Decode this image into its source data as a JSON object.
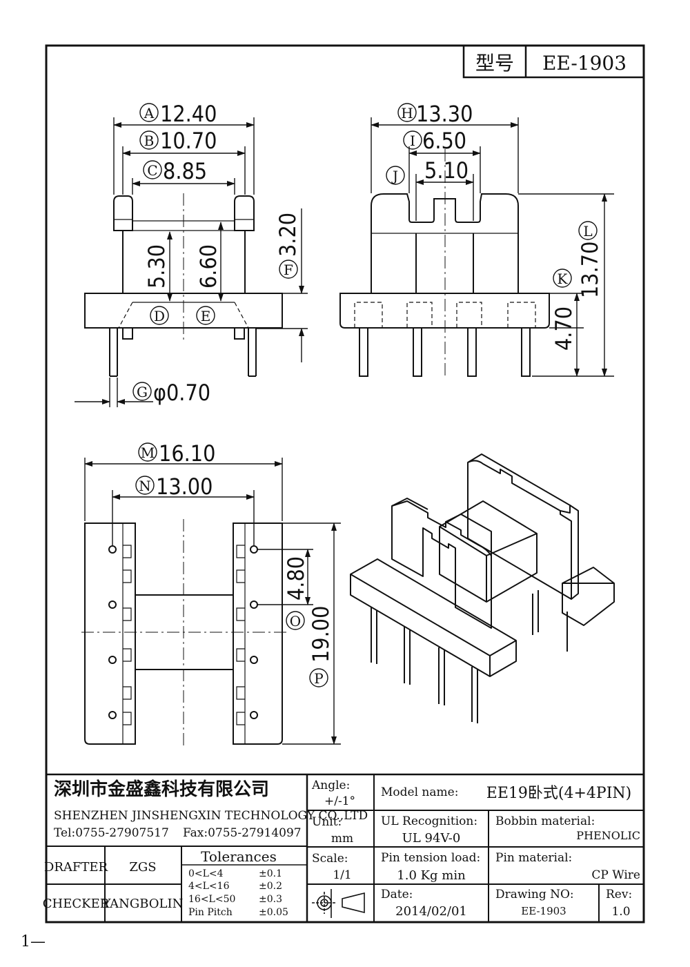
{
  "model_box": {
    "label": "型号",
    "value": "EE-1903"
  },
  "dimensions": {
    "A": "12.40",
    "B": "10.70",
    "C": "8.85",
    "D_text": "5.30",
    "E_text": "6.60",
    "F": "3.20",
    "G": "φ0.70",
    "H": "13.30",
    "I": "6.50",
    "J_text": "5.10",
    "L": "13.70",
    "K": "4.70",
    "M": "16.10",
    "N": "13.00",
    "O_text": "4.80",
    "P": "19.00"
  },
  "markers": [
    "A",
    "B",
    "C",
    "D",
    "E",
    "F",
    "G",
    "H",
    "I",
    "J",
    "K",
    "L",
    "M",
    "N",
    "O",
    "P"
  ],
  "title_block": {
    "company_cn": "深圳市金盛鑫科技有限公司",
    "company_en": "SHENZHEN JINSHENGXIN TECHNOLOGY CO.,LTD",
    "tel": "Tel:0755-27907517",
    "fax": "Fax:0755-27914097",
    "drafter_label": "DRAFTER",
    "drafter": "ZGS",
    "checker_label": "CHECKER",
    "checker": "YANGBOLIN",
    "tolerances_title": "Tolerances",
    "tolerances": [
      {
        "range": "0<L<4",
        "value": "±0.1"
      },
      {
        "range": "4<L<16",
        "value": "±0.2"
      },
      {
        "range": "16<L<50",
        "value": "±0.3"
      },
      {
        "range": "Pin Pitch",
        "value": "±0.05"
      }
    ],
    "angle_label": "Angle:",
    "angle": "+/-1°",
    "unit_label": "Unit:",
    "unit": "mm",
    "scale_label": "Scale:",
    "scale": "1/1",
    "model_name_label": "Model name:",
    "model_name": "EE19卧式(4+4PIN)",
    "ul_label": "UL Recognition:",
    "ul": "UL 94V-0",
    "bobbin_label": "Bobbin material:",
    "bobbin": "PHENOLIC",
    "pin_tension_label": "Pin tension load:",
    "pin_tension": "1.0 Kg min",
    "pin_material_label": "Pin material:",
    "pin_material": "CP Wire",
    "date_label": "Date:",
    "date": "2014/02/01",
    "drawing_no_label": "Drawing NO:",
    "drawing_no": "EE-1903",
    "rev_label": "Rev:",
    "rev": "1.0"
  },
  "page_mark": "1—"
}
